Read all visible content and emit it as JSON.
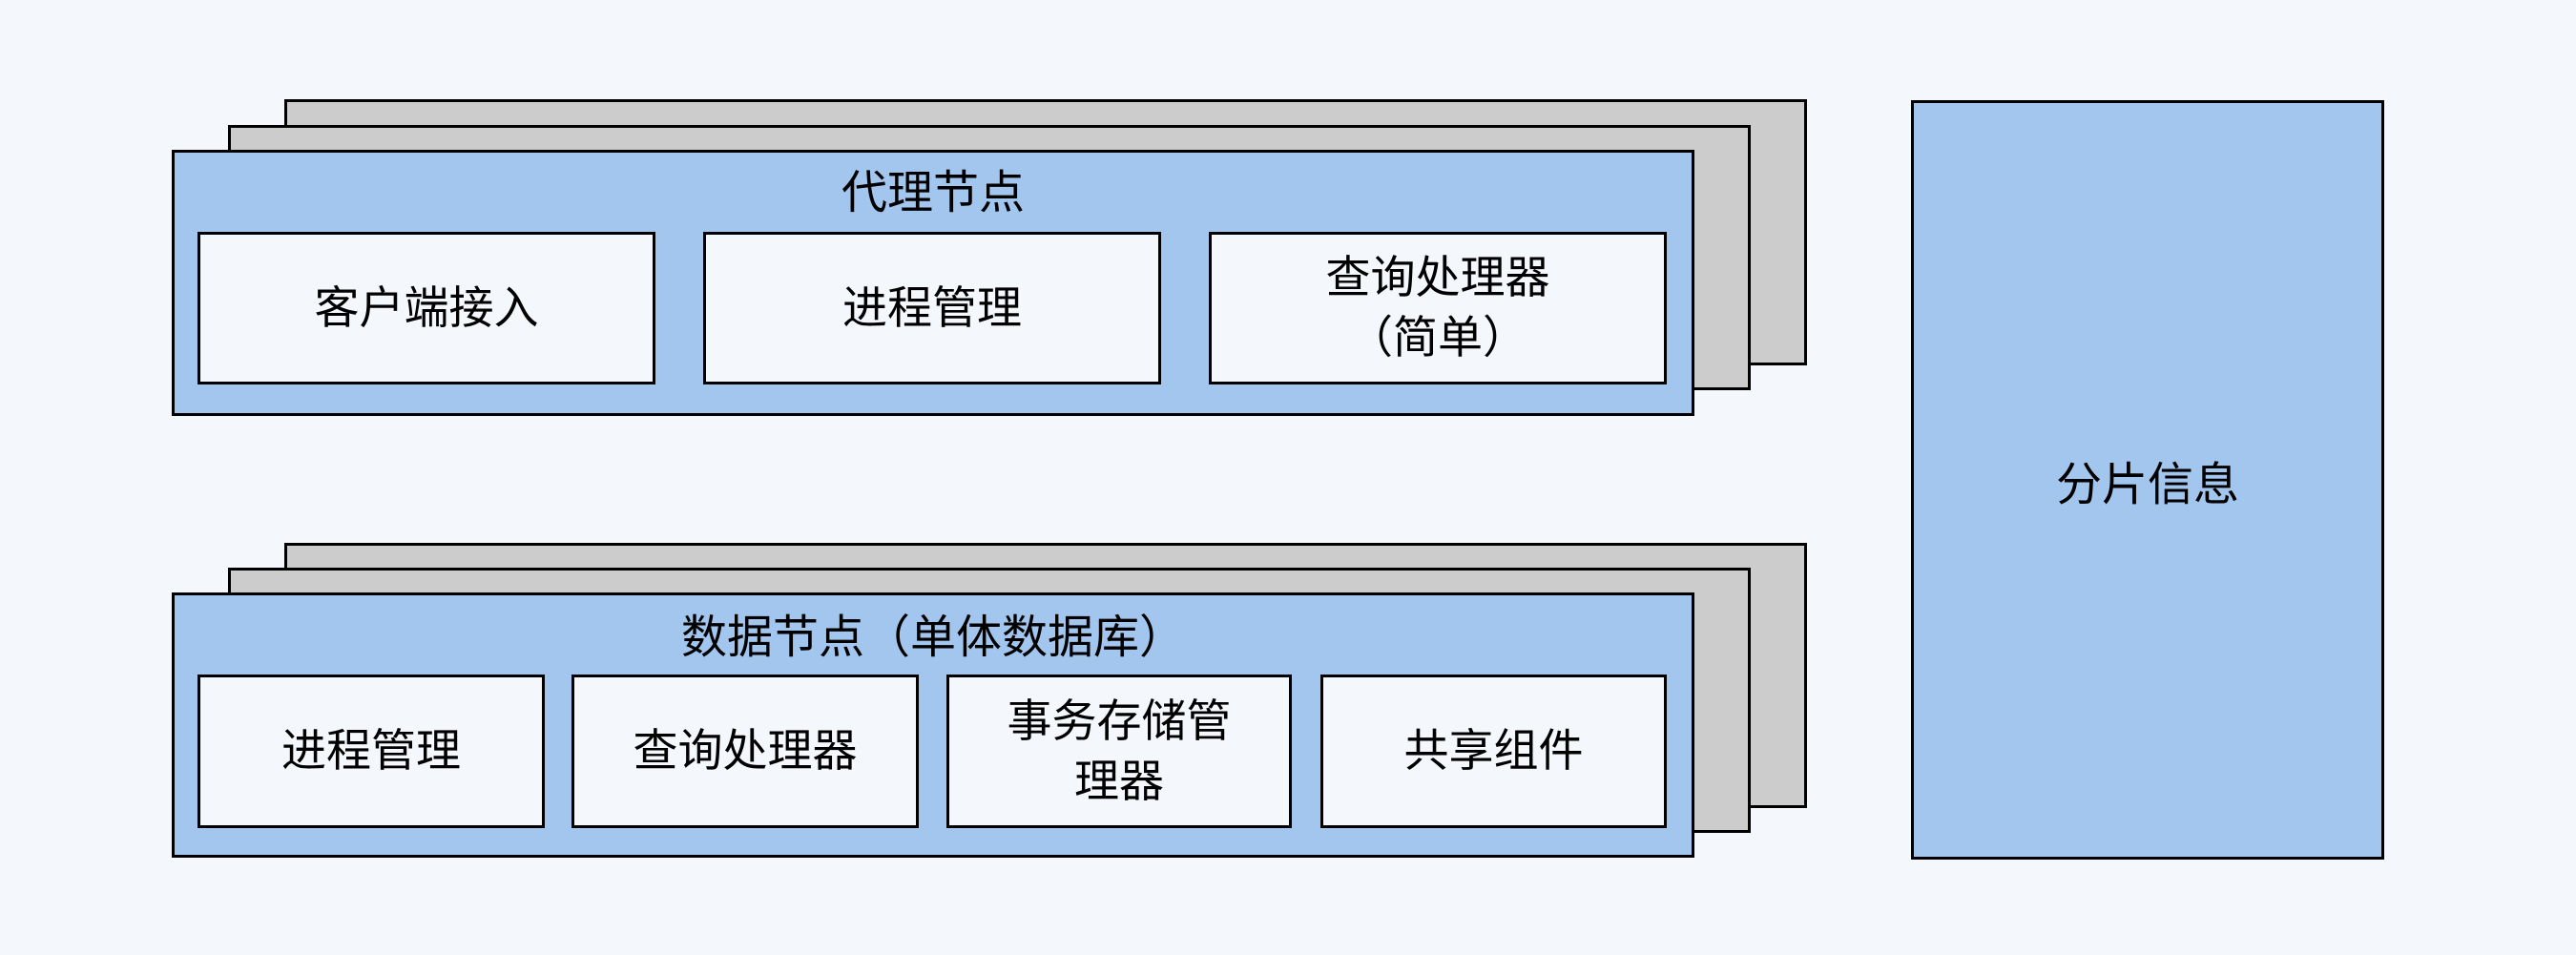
{
  "colors": {
    "background": "#f4f7fc",
    "node_fill": "#a3c6ee",
    "stack_shadow_fill": "#cccccc",
    "component_fill": "#f4f7fc",
    "border": "#000000"
  },
  "proxy_node": {
    "title": "代理节点",
    "components": [
      {
        "lines": [
          "客户端接入"
        ]
      },
      {
        "lines": [
          "进程管理"
        ]
      },
      {
        "lines": [
          "查询处理器",
          "（简单）"
        ]
      }
    ]
  },
  "data_node": {
    "title": "数据节点（单体数据库）",
    "components": [
      {
        "lines": [
          "进程管理"
        ]
      },
      {
        "lines": [
          "查询处理器"
        ]
      },
      {
        "lines": [
          "事务存储管",
          "理器"
        ]
      },
      {
        "lines": [
          "共享组件"
        ]
      }
    ]
  },
  "shard_info": {
    "label": "分片信息"
  }
}
